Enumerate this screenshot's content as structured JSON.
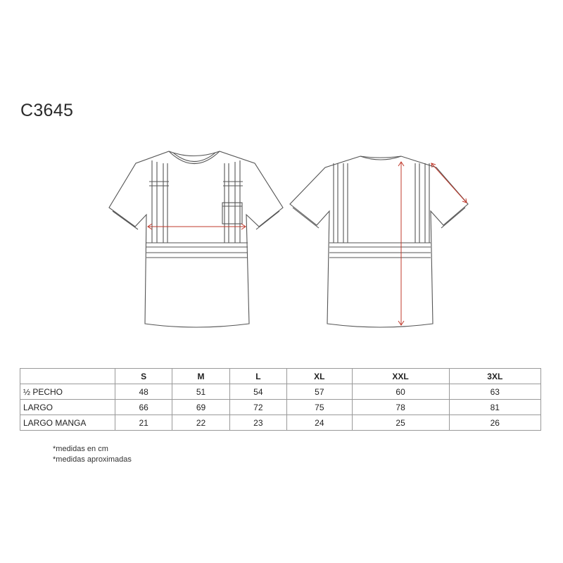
{
  "title": "C3645",
  "table": {
    "headers": [
      "",
      "S",
      "M",
      "L",
      "XL",
      "XXL",
      "3XL"
    ],
    "rows": [
      {
        "label": "½  PECHO",
        "values": [
          "48",
          "51",
          "54",
          "57",
          "60",
          "63"
        ]
      },
      {
        "label": "LARGO",
        "values": [
          "66",
          "69",
          "72",
          "75",
          "78",
          "81"
        ]
      },
      {
        "label": "LARGO MANGA",
        "values": [
          "21",
          "22",
          "23",
          "24",
          "25",
          "26"
        ]
      }
    ]
  },
  "notes": [
    "*medidas en cm",
    "*medidas aproximadas"
  ],
  "colors": {
    "outline": "#555555",
    "measure": "#c0392b"
  }
}
